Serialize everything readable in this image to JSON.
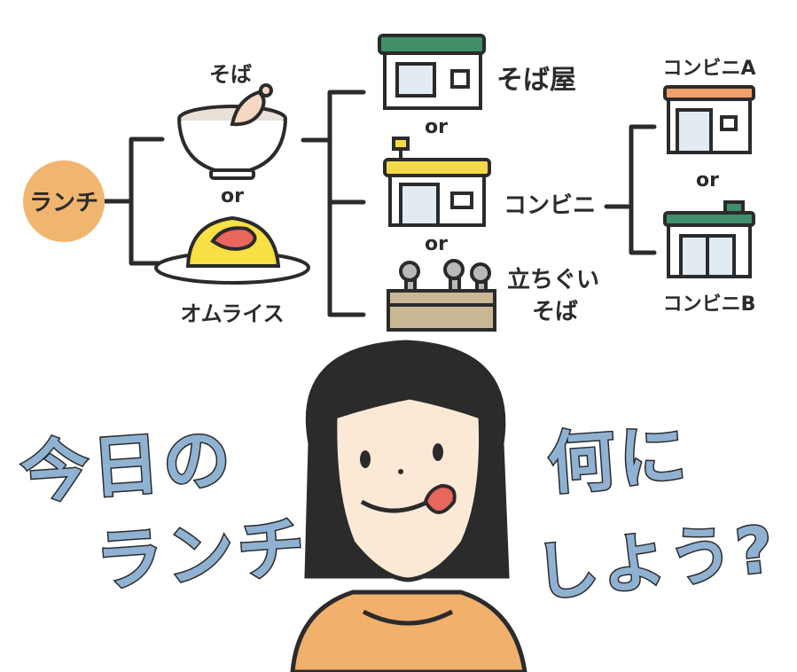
{
  "root": {
    "label": "ランチ"
  },
  "dishes": [
    {
      "label": "そば"
    },
    {
      "label": "オムライス"
    }
  ],
  "or_word": "or",
  "places": [
    {
      "label": "そば屋"
    },
    {
      "label": "コンビニ"
    },
    {
      "label_line1": "立ちぐい",
      "label_line2": "そば"
    }
  ],
  "convenience": [
    {
      "label": "コンビニA"
    },
    {
      "label": "コンビニB"
    }
  ],
  "headline_left": {
    "line1": "今日の",
    "line2": "ランチ"
  },
  "headline_right": {
    "line1": "何に",
    "line2": "しよう?"
  },
  "colors": {
    "root_circle": "#f0b56f",
    "headline_fill": "#8fb2d3",
    "ink": "#2b2b2b",
    "omelette": "#f8e045",
    "ketchup": "#e8665c",
    "sweater": "#f2b06d",
    "skin": "#fbe9d6",
    "awning_green": "#3f8f68",
    "awning_yellow": "#f6d946",
    "awning_orange": "#f1a06a",
    "window_blue": "#e2eaf2",
    "counter": "#c9b893"
  }
}
